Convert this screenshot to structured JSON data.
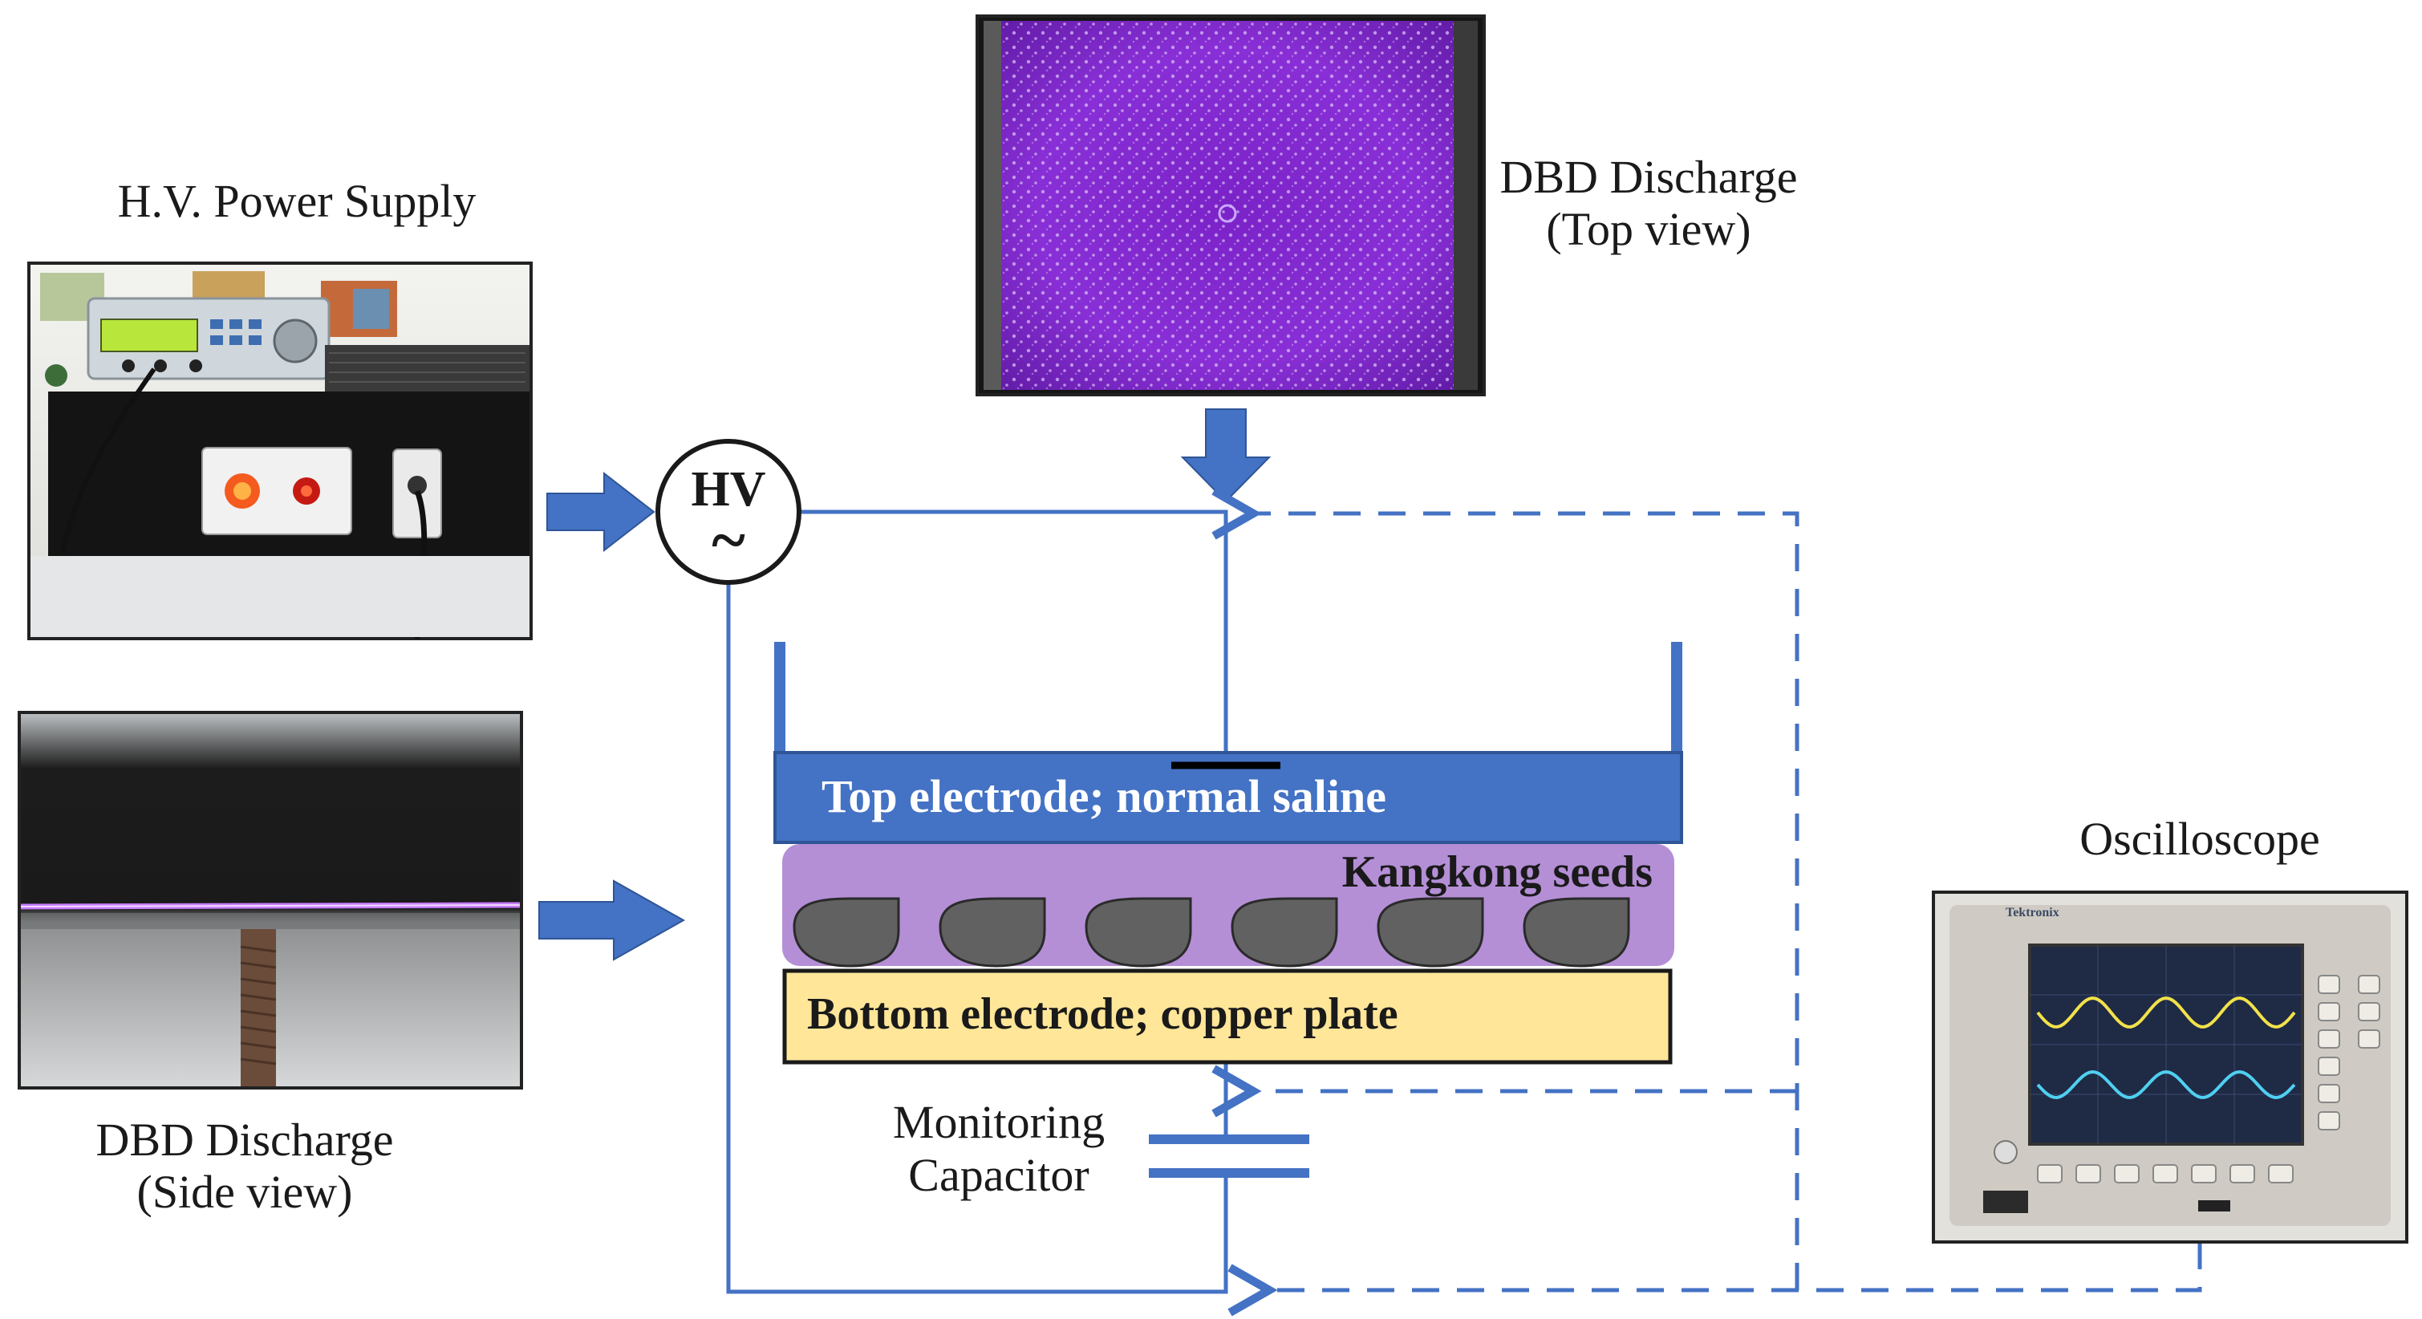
{
  "labels": {
    "power_supply": "H.V. Power Supply",
    "top_view_line1": "DBD Discharge",
    "top_view_line2": "(Top view)",
    "side_view_line1": "DBD Discharge",
    "side_view_line2": "(Side view)",
    "hv_source": "HV",
    "hv_symbol": "~",
    "top_electrode": "Top electrode; normal saline",
    "seeds": "Kangkong seeds",
    "bottom_electrode": "Bottom electrode; copper plate",
    "monitoring_line1": "Monitoring",
    "monitoring_line2": "Capacitor",
    "oscilloscope": "Oscilloscope"
  },
  "photos": {
    "power_supply": "Photo of high-voltage power supply unit",
    "top_view": "Photo of purple DBD discharge filaments, top view",
    "side_view": "Photo of DBD discharge glow line, side view",
    "oscilloscope": "Photo of oscilloscope showing two sine waveforms"
  },
  "oscilloscope_brand": "Tektronix",
  "seed_count": 6,
  "colors": {
    "circuit_blue": "#4472c4",
    "top_electrode_fill": "#4472c4",
    "seed_layer_fill": "#b48fd6",
    "seed_fill": "#616161",
    "bottom_electrode_fill": "#ffe699",
    "discharge_purple": "#8a2be2",
    "trace_yellow": "#f2e24a",
    "trace_cyan": "#4fd0f0"
  }
}
